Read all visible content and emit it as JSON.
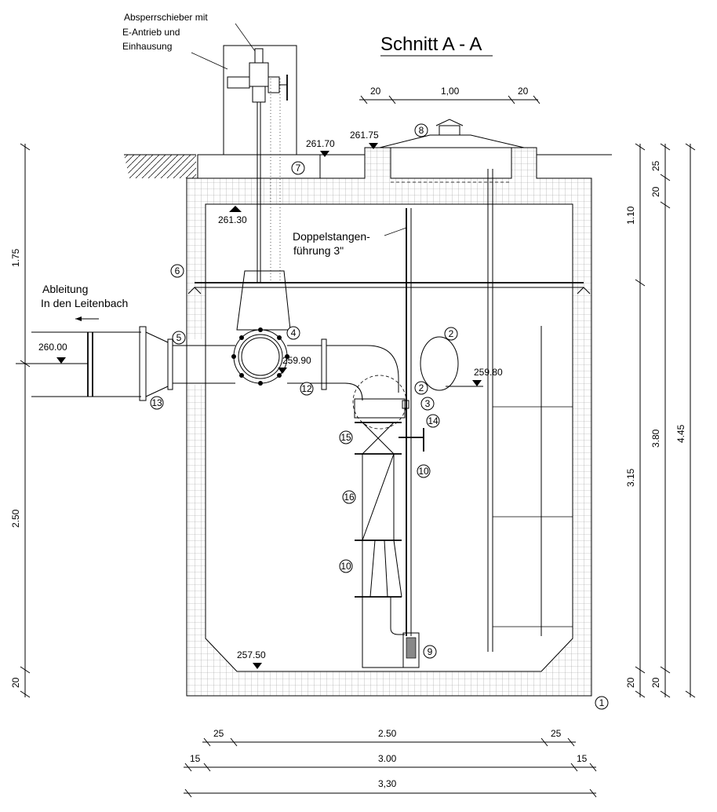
{
  "title": "Schnitt A - A",
  "labels": {
    "valve": [
      "Absperrschieber mit",
      "E-Antrieb und",
      "Einhausung"
    ],
    "guide": [
      "Doppelstangen-",
      "führung 3\""
    ],
    "outlet": [
      "Ableitung",
      "In den Leitenbach"
    ]
  },
  "elevations": {
    "e261_70": "261.70",
    "e261_75": "261.75",
    "e261_30": "261.30",
    "e260_00": "260.00",
    "e259_90": "259.90",
    "e259_80": "259.80",
    "e257_50": "257.50"
  },
  "dimensions": {
    "top_left": "20",
    "top_mid": "1,00",
    "top_right": "20",
    "left_upper": "1.75",
    "left_lower": "2.50",
    "left_bottom": "20",
    "r1_top": "1.10",
    "r1_mid": "3.15",
    "r1_bot": "20",
    "r2_top": "25",
    "r2_mid1": "20",
    "r2_mid2": "3.80",
    "r2_bot": "20",
    "r3_total": "4.45",
    "bot1_left": "25",
    "bot1_mid": "2.50",
    "bot1_right": "25",
    "bot2_left": "15",
    "bot2_mid": "3.00",
    "bot2_right": "15",
    "bot3_total": "3,30"
  },
  "markers": {
    "m1": "1",
    "m2a": "2",
    "m2b": "2",
    "m3": "3",
    "m4": "4",
    "m5": "5",
    "m6": "6",
    "m7": "7",
    "m8": "8",
    "m9": "9",
    "m10a": "10",
    "m10b": "10",
    "m12": "12",
    "m13": "13",
    "m14": "14",
    "m15": "15",
    "m16": "16"
  }
}
